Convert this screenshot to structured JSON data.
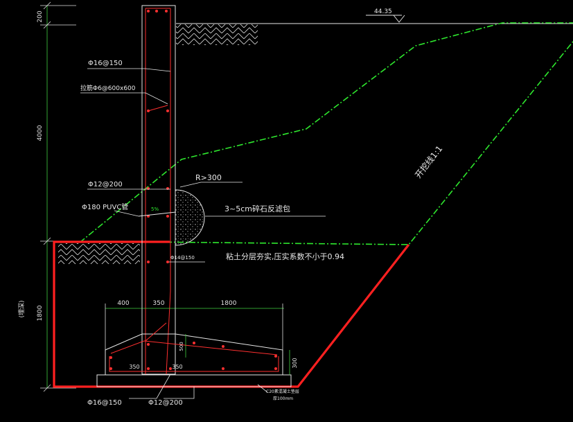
{
  "elevation": {
    "value": "44.35"
  },
  "dims": {
    "top_h": "200",
    "wall_h": "4000",
    "base_h": "1800",
    "base_note": "(埋深)",
    "w400": "400",
    "w350": "350",
    "w1800": "1800",
    "h500": "500",
    "h300": "300",
    "toe350a": "350",
    "toe350b": "350"
  },
  "rebar": {
    "a": "Φ16@150",
    "b": "拉筋Φ6@600x600",
    "c": "Φ12@200",
    "d": "Φ14@150",
    "e": "Φ16@150",
    "f": "Φ12@200"
  },
  "notes": {
    "radius": "R>300",
    "pipe": "Φ180 PUVC管",
    "slope_pct": "5%",
    "gravel": "3~5cm碎石反滤包",
    "fill": "粘土分层夯实,压实系数不小于0.94",
    "excavation": "开挖线1:1",
    "cushion": "C20素混凝土垫层",
    "cushion_thk": "厚100mm"
  },
  "colors": {
    "line": "#e8e8e8",
    "red": "#ff2020",
    "green": "#2ee82e",
    "rebar": "#ff3030",
    "dim": "#40d040"
  }
}
